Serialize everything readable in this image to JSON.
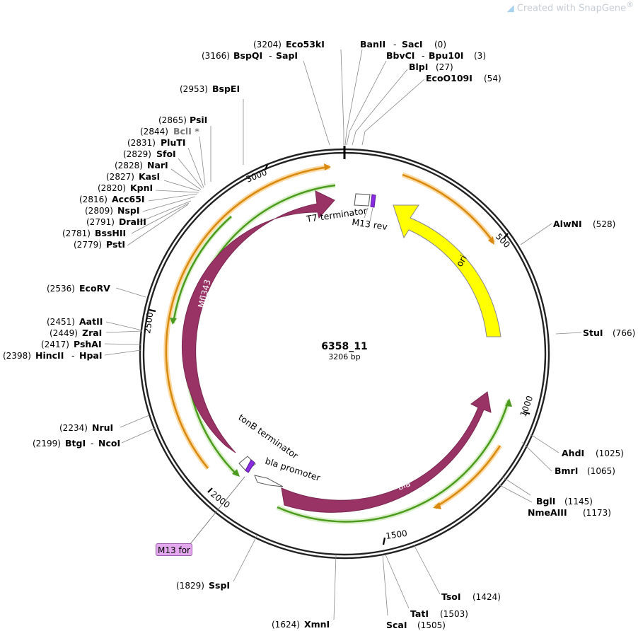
{
  "credit": {
    "prefix": "Created with ",
    "brand": "SnapGene",
    "reg": "®"
  },
  "plasmid": {
    "name": "6358_11",
    "length": "3206 bp"
  },
  "ticks": [
    "500",
    "1000",
    "1500",
    "2000",
    "2500",
    "3000"
  ],
  "features": {
    "ori": "ori",
    "bla": "bla",
    "mfl343": "Mfl343",
    "t7_terminator": "T7 terminator",
    "m13_rev": "M13 rev",
    "tonb_terminator": "tonB terminator",
    "bla_promoter": "bla promoter",
    "m13_for": "M13 for"
  },
  "sites": [
    {
      "id": "saci",
      "pos": "(0)",
      "name": "BanII",
      "name2": "SacI"
    },
    {
      "id": "bpu10i",
      "pos": "(3)",
      "name": "BbvCI",
      "name2": "Bpu10I"
    },
    {
      "id": "blpi",
      "pos": "(27)",
      "name": "BlpI"
    },
    {
      "id": "ecoo109i",
      "pos": "(54)",
      "name": "EcoO109I"
    },
    {
      "id": "eco53ki",
      "pos": "(3204)",
      "name": "Eco53kI"
    },
    {
      "id": "sapi",
      "pos": "(3166)",
      "name": "BspQI",
      "name2": "SapI"
    },
    {
      "id": "bspei",
      "pos": "(2953)",
      "name": "BspEI"
    },
    {
      "id": "psii",
      "pos": "(2865)",
      "name": "PsiI"
    },
    {
      "id": "bcli",
      "pos": "(2844)",
      "name": "BclI *"
    },
    {
      "id": "pluti",
      "pos": "(2831)",
      "name": "PluTI"
    },
    {
      "id": "sfoi",
      "pos": "(2829)",
      "name": "SfoI"
    },
    {
      "id": "nari",
      "pos": "(2828)",
      "name": "NarI"
    },
    {
      "id": "kasi",
      "pos": "(2827)",
      "name": "KasI"
    },
    {
      "id": "kpni",
      "pos": "(2820)",
      "name": "KpnI"
    },
    {
      "id": "acc65i",
      "pos": "(2816)",
      "name": "Acc65I"
    },
    {
      "id": "nspi",
      "pos": "(2809)",
      "name": "NspI"
    },
    {
      "id": "draiii",
      "pos": "(2791)",
      "name": "DraIII"
    },
    {
      "id": "bsshii",
      "pos": "(2781)",
      "name": "BssHII"
    },
    {
      "id": "psti",
      "pos": "(2779)",
      "name": "PstI"
    },
    {
      "id": "ecorv",
      "pos": "(2536)",
      "name": "EcoRV"
    },
    {
      "id": "aatii",
      "pos": "(2451)",
      "name": "AatII"
    },
    {
      "id": "zrai",
      "pos": "(2449)",
      "name": "ZraI"
    },
    {
      "id": "pshai",
      "pos": "(2417)",
      "name": "PshAI"
    },
    {
      "id": "hpai",
      "pos": "(2398)",
      "name": "HincII",
      "name2": "HpaI"
    },
    {
      "id": "nrui",
      "pos": "(2234)",
      "name": "NruI"
    },
    {
      "id": "ncoi",
      "pos": "(2199)",
      "name": "BtgI",
      "name2": "NcoI"
    },
    {
      "id": "sspi",
      "pos": "(1829)",
      "name": "SspI"
    },
    {
      "id": "xmni",
      "pos": "(1624)",
      "name": "XmnI"
    },
    {
      "id": "scai",
      "pos": "(1505)",
      "name": "ScaI"
    },
    {
      "id": "tati",
      "pos": "(1503)",
      "name": "TatI"
    },
    {
      "id": "tsoi",
      "pos": "(1424)",
      "name": "TsoI"
    },
    {
      "id": "nmeaiii",
      "pos": "(1173)",
      "name": "NmeAIII"
    },
    {
      "id": "bgli",
      "pos": "(1145)",
      "name": "BglI"
    },
    {
      "id": "bmri",
      "pos": "(1065)",
      "name": "BmrI"
    },
    {
      "id": "ahdi",
      "pos": "(1025)",
      "name": "AhdI"
    },
    {
      "id": "stui",
      "pos": "(766)",
      "name": "StuI"
    },
    {
      "id": "alwni",
      "pos": "(528)",
      "name": "AlwNI"
    }
  ],
  "colors": {
    "ori": "#ffff00",
    "bla": "#993366",
    "mfl343": "#993366",
    "orange_primer": "#f5a623",
    "green_primer": "#4c9a1e",
    "m13_box": "#e4a8ef",
    "marker": "#8a2be2"
  }
}
